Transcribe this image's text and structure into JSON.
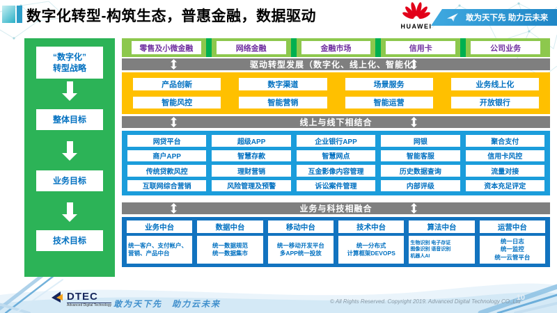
{
  "header": {
    "title": "数字化转型-构筑生态，普惠金融，数据驱动",
    "huawei_wordmark": "HUAWEI",
    "banner_slogan": "敢为天下先 助力云未来"
  },
  "sidebar": {
    "items": [
      "“数字化”\n转型战略",
      "整体目标",
      "业务目标",
      "技术目标"
    ]
  },
  "flow": {
    "top_row": [
      "零售及小微金融",
      "网络金融",
      "金融市场",
      "信用卡",
      "公司业务"
    ],
    "bar1": "驱动转型发展（数字化、线上化、智能化）",
    "yellow_cells": [
      "产品创新",
      "数字渠道",
      "场景服务",
      "业务线上化",
      "智能风控",
      "智能营销",
      "智能运营",
      "开放银行"
    ],
    "bar2": "线上与线下相结合",
    "blue_cells": [
      "网贷平台",
      "超级APP",
      "企业银行APP",
      "网银",
      "聚合支付",
      "商户APP",
      "智慧存款",
      "智慧网点",
      "智能客服",
      "信用卡风控",
      "传统贷款风控",
      "理财营销",
      "互金影像内容管理",
      "历史数据查询",
      "流量对接",
      "互联网综合营销",
      "风险管理及预警",
      "诉讼案件管理",
      "内部评级",
      "资本充足评定"
    ],
    "bar3": "业务与科技相融合",
    "platforms": [
      {
        "title": "业务中台",
        "detail": "统一客户、支付帐户、营销、产品中台"
      },
      {
        "title": "数据中台",
        "detail": "统一数据规范\n统一数据集市"
      },
      {
        "title": "移动中台",
        "detail": "统一移动开发平台\n多APP统一投放"
      },
      {
        "title": "技术中台",
        "detail": "统一分布式\n计算框架DEVOPS"
      },
      {
        "title": "算法中台",
        "detail": "生物识别 电子存证\n图像识别 语音识别\n机器人AI"
      },
      {
        "title": "运营中台",
        "detail": "统一日志\n统一监控\n统一云管平台"
      }
    ]
  },
  "footer": {
    "logo_text": "DTEC",
    "logo_sub": "Advanced Digital Technology",
    "slogan": "敢为天下先　助力云未来",
    "copyright": "© All Rights Reserved. Copyright 2019. Advanced Digital Technology CO.,Ltd",
    "page_number": "10"
  },
  "colors": {
    "sidebar_green": "#2cb357",
    "row_light_green": "#8dc84d",
    "divider_green": "#00b050",
    "gray_bar": "#7f7f7f",
    "yellow": "#ffc000",
    "blue_upper": "#1b9ddb",
    "blue_lower": "#1273bf",
    "purple_text": "#7030a0",
    "blue_text": "#0070c0",
    "huawei_red": "#e2001a",
    "banner_blue": "#2d9bd6"
  }
}
